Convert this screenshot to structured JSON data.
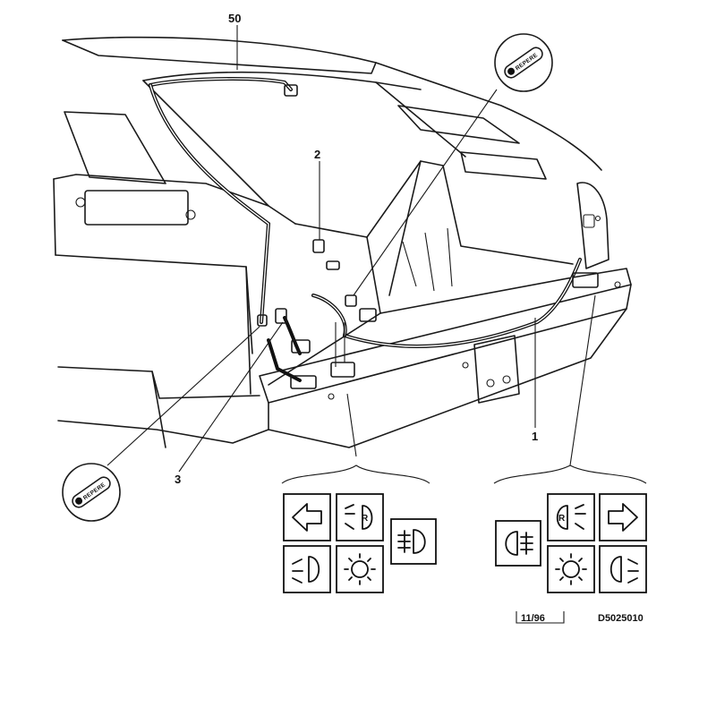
{
  "callouts": {
    "c50": "50",
    "c2": "2",
    "c3": "3",
    "c1": "1"
  },
  "tags": {
    "left": "REPERE",
    "right": "REPERE"
  },
  "footer": {
    "date": "11/96",
    "code": "D5025010"
  },
  "symbols": {
    "left_group": [
      "turn-left-arrow-icon",
      "reverse-light-icon",
      "rear-fog-light-icon",
      "tail-light-icon",
      "brake-light-icon"
    ],
    "right_group": [
      "rear-fog-light-icon",
      "reverse-light-icon",
      "turn-right-arrow-icon",
      "brake-light-icon",
      "tail-light-icon"
    ],
    "reverse_letter": "R"
  }
}
